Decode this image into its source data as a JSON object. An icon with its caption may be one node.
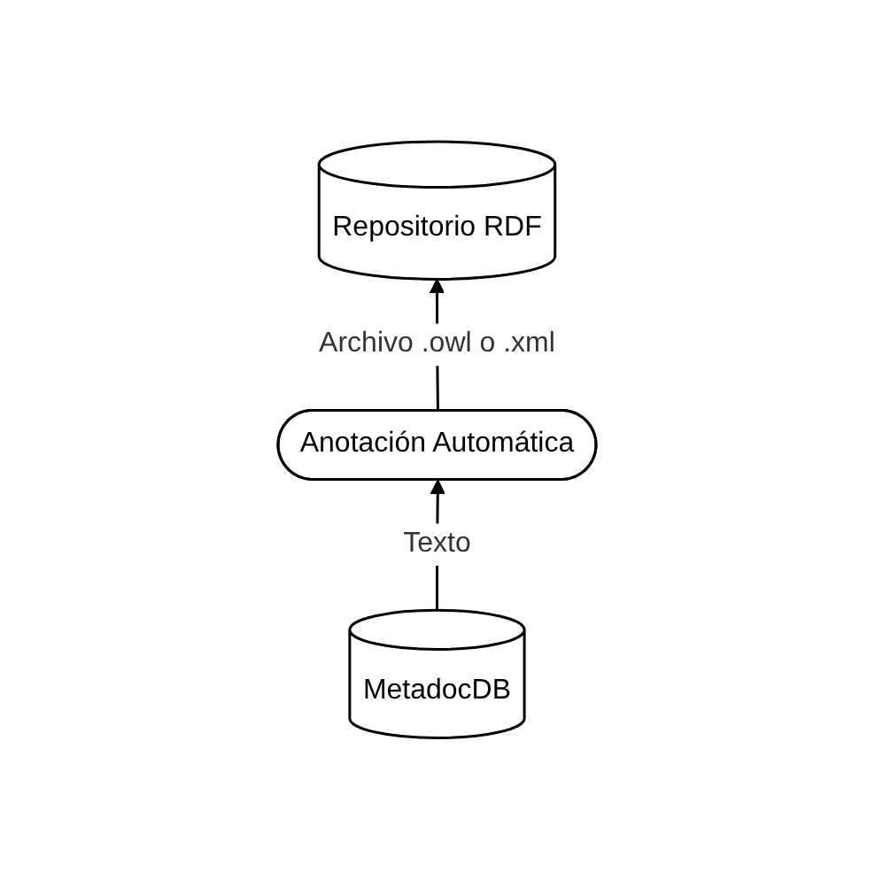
{
  "diagram": {
    "nodes": [
      {
        "text": [
          "Repositorio RDF"
        ]
      },
      {
        "text": [
          "Anotación Automática"
        ]
      },
      {
        "text": [
          "MetadocDB"
        ]
      }
    ],
    "edges": [
      {
        "from": 2,
        "to": 1,
        "arrow": "to",
        "label": "Texto"
      },
      {
        "from": 1,
        "to": 0,
        "arrow": "to",
        "label": "Archivo .owl o .xml"
      }
    ]
  }
}
